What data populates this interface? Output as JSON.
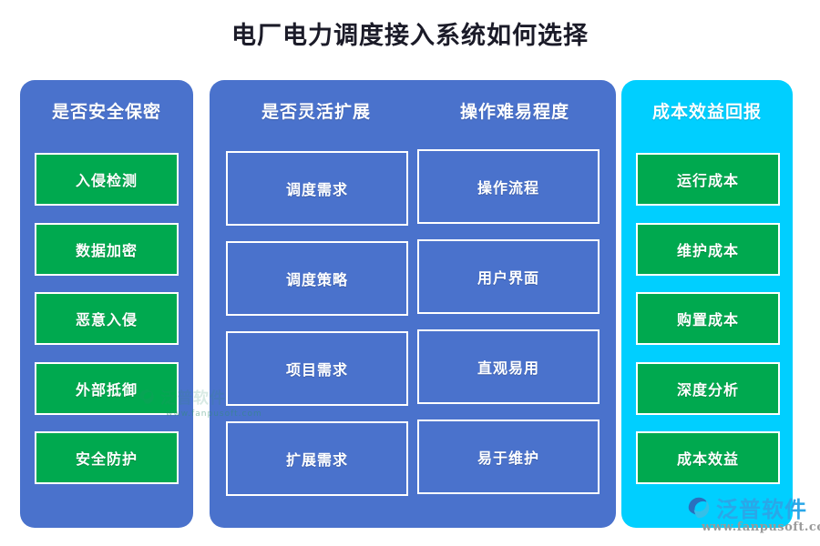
{
  "title": "电厂电力调度接入系统如何选择",
  "colors": {
    "blue_panel": "#4a72cc",
    "cyan_panel": "#00cfff",
    "green_item": "#00a94f",
    "title_text": "#1b1b28",
    "item_border": "#ffffff",
    "background": "#ffffff"
  },
  "panels": [
    {
      "id": "security",
      "header": "是否安全保密",
      "background": "#4a72cc",
      "item_style": "green",
      "items": [
        {
          "label": "入侵检测"
        },
        {
          "label": "数据加密"
        },
        {
          "label": "恶意入侵"
        },
        {
          "label": "外部抵御"
        },
        {
          "label": "安全防护"
        }
      ]
    },
    {
      "id": "flexibility-usability",
      "background": "#4a72cc",
      "item_style": "blue",
      "columns": [
        {
          "header": "是否灵活扩展",
          "items": [
            {
              "label": "调度需求"
            },
            {
              "label": "调度策略"
            },
            {
              "label": "项目需求"
            },
            {
              "label": "扩展需求"
            }
          ]
        },
        {
          "header": "操作难易程度",
          "items": [
            {
              "label": "操作流程"
            },
            {
              "label": "用户界面"
            },
            {
              "label": "直观易用"
            },
            {
              "label": "易于维护"
            }
          ]
        }
      ]
    },
    {
      "id": "cost-benefit",
      "header": "成本效益回报",
      "background": "#00cfff",
      "item_style": "green",
      "items": [
        {
          "label": "运行成本"
        },
        {
          "label": "维护成本"
        },
        {
          "label": "购置成本"
        },
        {
          "label": "深度分析"
        },
        {
          "label": "成本效益"
        }
      ]
    }
  ],
  "watermark": {
    "brand": "泛普软件",
    "url": "www.fanpusoft.com"
  }
}
